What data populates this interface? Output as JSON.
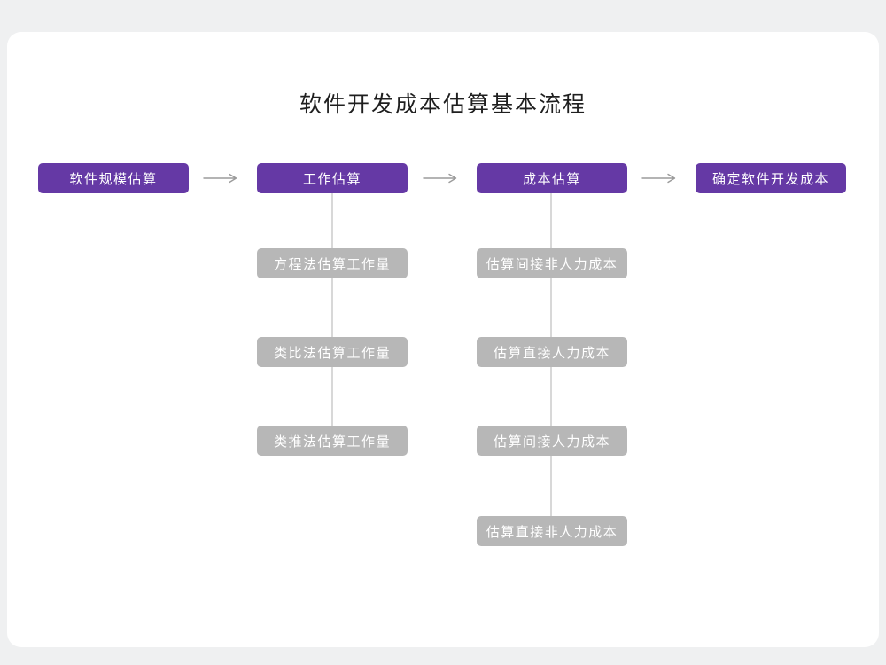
{
  "title": "软件开发成本估算基本流程",
  "flow": {
    "main": [
      "软件规模估算",
      "工作估算",
      "成本估算",
      "确定软件开发成本"
    ],
    "work_estimation_methods": [
      "方程法估算工作量",
      "类比法估算工作量",
      "类推法估算工作量"
    ],
    "cost_estimation_items": [
      "估算间接非人力成本",
      "估算直接人力成本",
      "估算间接人力成本",
      "估算直接非人力成本"
    ]
  },
  "colors": {
    "page_bg": "#eff0f1",
    "card_bg": "#ffffff",
    "primary_node": "#6539a5",
    "secondary_node": "#b7b7b7",
    "node_text": "#ffffff",
    "title_text": "#1f1f1f",
    "arrow": "#9b9b9b",
    "connector": "#d8d8d8"
  }
}
